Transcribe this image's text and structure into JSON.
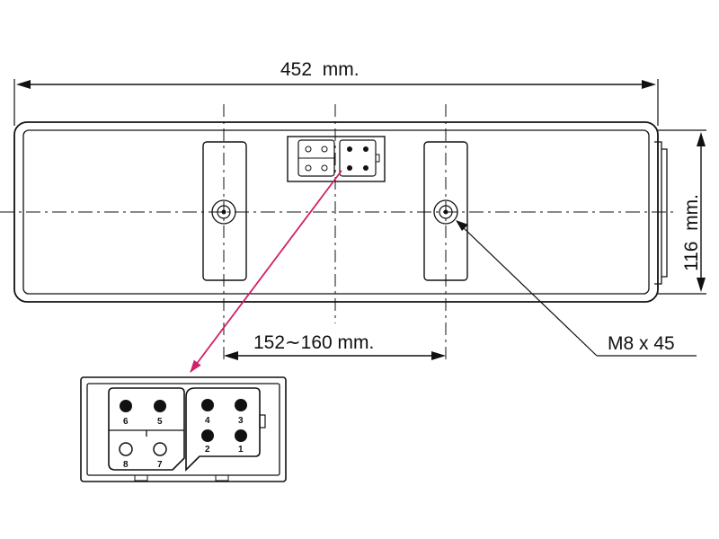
{
  "dimensions": {
    "width_label": "452  mm.",
    "height_label": "116  mm.",
    "mount_spacing_label": "152∼160 mm.",
    "bolt_label": "M8 x 45"
  },
  "connector": {
    "pins": [
      "6",
      "5",
      "4",
      "3",
      "8",
      "7",
      "2",
      "1"
    ]
  },
  "colors": {
    "line": "#111111",
    "leader_arrow": "#d0206a"
  }
}
